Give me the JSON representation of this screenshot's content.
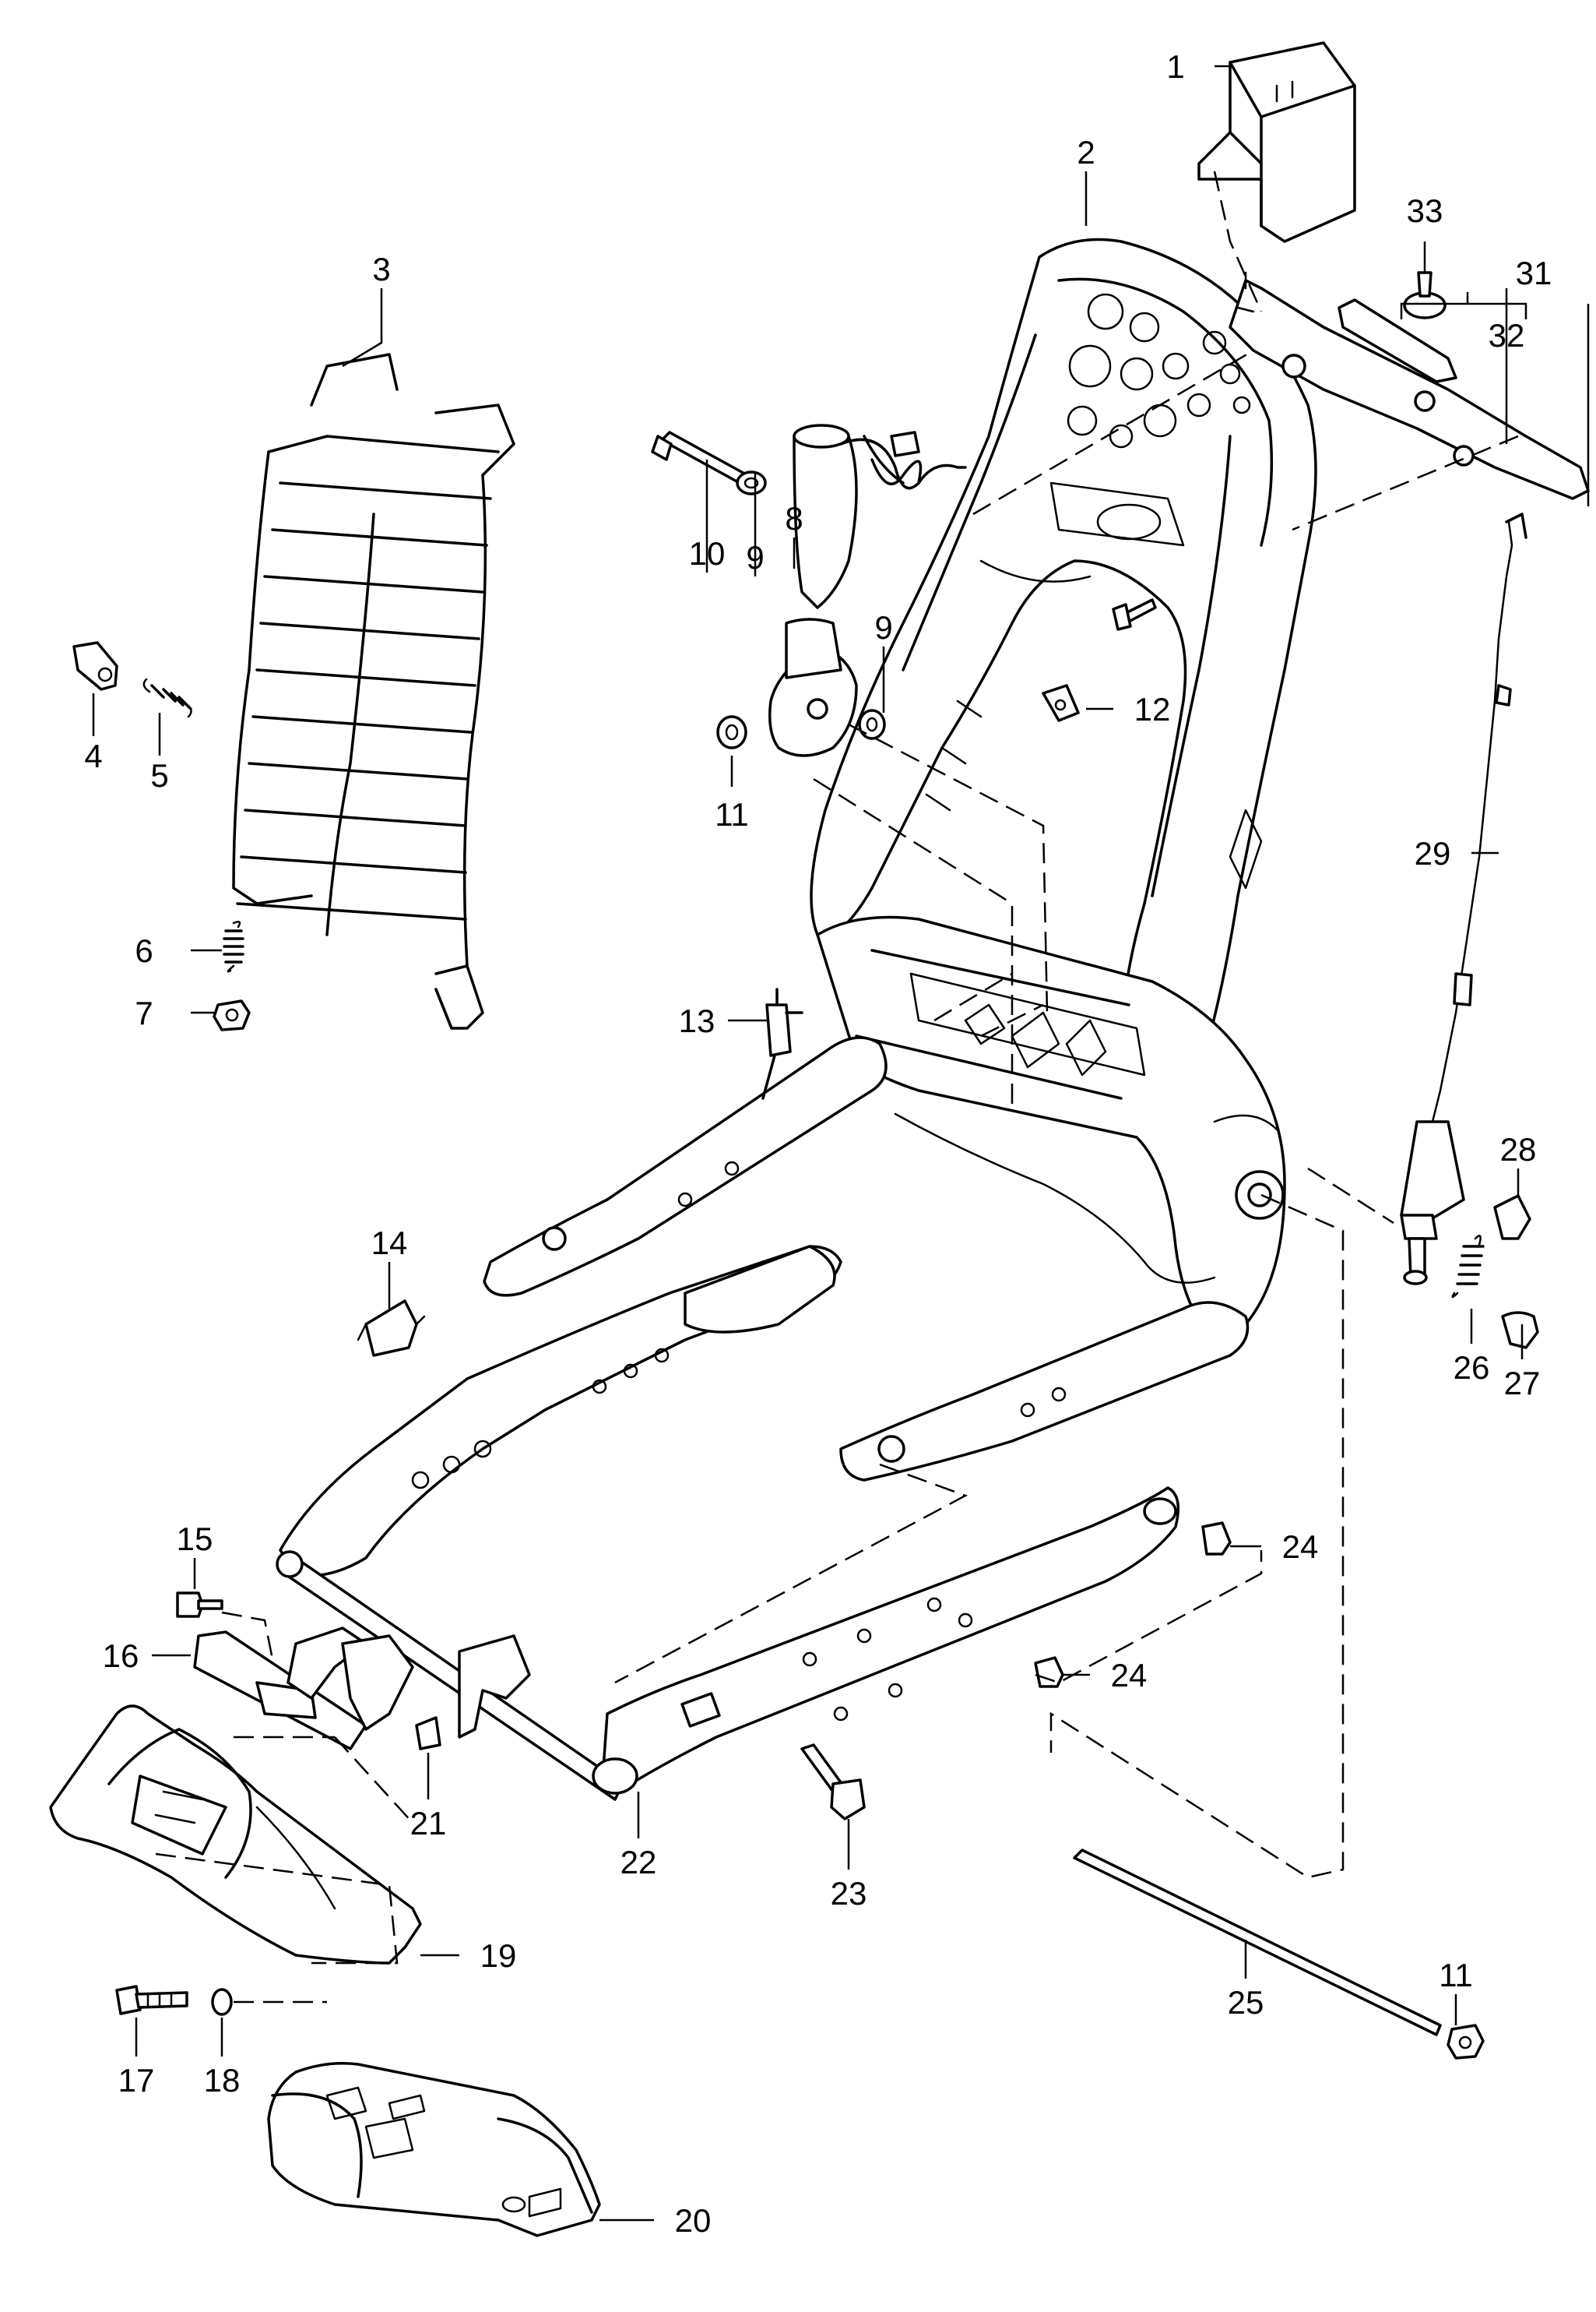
{
  "diagram": {
    "callouts": [
      {
        "id": "c1",
        "label": "1"
      },
      {
        "id": "c2",
        "label": "2"
      },
      {
        "id": "c3",
        "label": "3"
      },
      {
        "id": "c4",
        "label": "4"
      },
      {
        "id": "c5",
        "label": "5"
      },
      {
        "id": "c6",
        "label": "6"
      },
      {
        "id": "c7",
        "label": "7"
      },
      {
        "id": "c8",
        "label": "8"
      },
      {
        "id": "c9a",
        "label": "9"
      },
      {
        "id": "c9b",
        "label": "9"
      },
      {
        "id": "c10",
        "label": "10"
      },
      {
        "id": "c11a",
        "label": "11"
      },
      {
        "id": "c11b",
        "label": "11"
      },
      {
        "id": "c12",
        "label": "12"
      },
      {
        "id": "c13",
        "label": "13"
      },
      {
        "id": "c14",
        "label": "14"
      },
      {
        "id": "c15",
        "label": "15"
      },
      {
        "id": "c16",
        "label": "16"
      },
      {
        "id": "c17",
        "label": "17"
      },
      {
        "id": "c18",
        "label": "18"
      },
      {
        "id": "c19",
        "label": "19"
      },
      {
        "id": "c20",
        "label": "20"
      },
      {
        "id": "c21",
        "label": "21"
      },
      {
        "id": "c22",
        "label": "22"
      },
      {
        "id": "c23",
        "label": "23"
      },
      {
        "id": "c24a",
        "label": "24"
      },
      {
        "id": "c24b",
        "label": "24"
      },
      {
        "id": "c25",
        "label": "25"
      },
      {
        "id": "c26",
        "label": "26"
      },
      {
        "id": "c27",
        "label": "27"
      },
      {
        "id": "c28",
        "label": "28"
      },
      {
        "id": "c29",
        "label": "29"
      },
      {
        "id": "c31",
        "label": "31"
      },
      {
        "id": "c32",
        "label": "32"
      },
      {
        "id": "c33",
        "label": "33"
      }
    ]
  }
}
